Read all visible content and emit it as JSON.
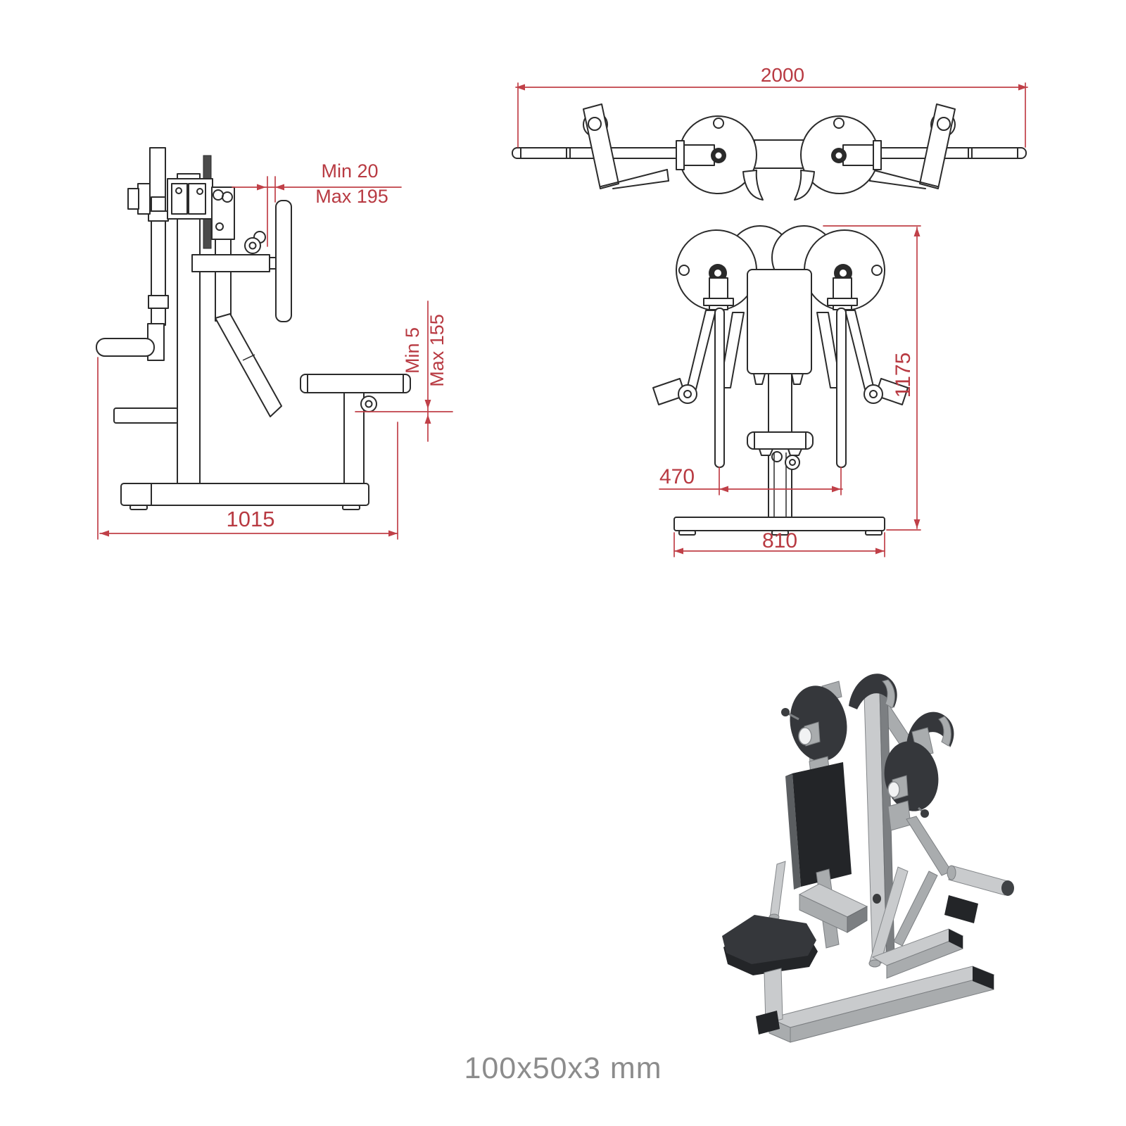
{
  "caption": "100x50x3 mm",
  "colors": {
    "dimension_red": "#b83a42",
    "line_black": "#2b2b2b",
    "caption_gray": "#8c8c8c",
    "background": "#ffffff"
  },
  "dimensions": {
    "side_view": {
      "handle_gap_min": "Min 20",
      "handle_gap_max": "Max 195",
      "seat_height_min": "Min 5",
      "seat_height_max": "Max 155",
      "base_depth": "1015"
    },
    "top_view": {
      "total_width": "2000"
    },
    "front_view": {
      "total_height": "1175",
      "handle_spacing": "470",
      "base_width": "810"
    }
  }
}
